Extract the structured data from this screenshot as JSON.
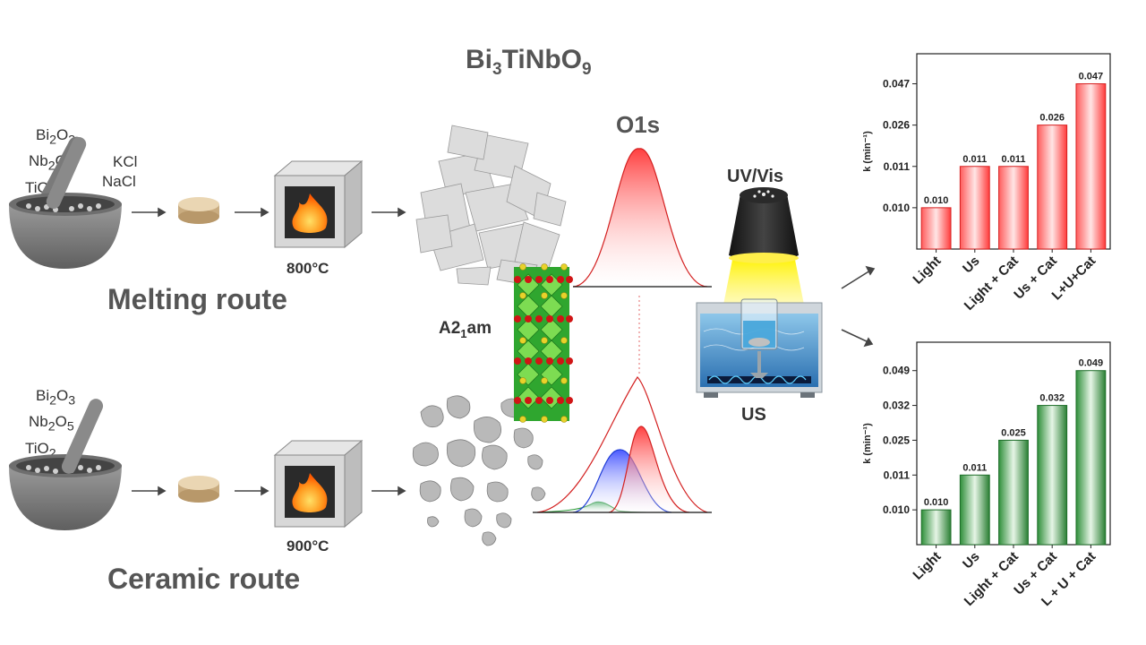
{
  "title": {
    "base1": "Bi",
    "sub1": "3",
    "base2": "TiNbO",
    "sub2": "9"
  },
  "melting": {
    "reagents": [
      {
        "base": "Bi",
        "sub1": "2",
        "mid": "O",
        "sub2": "3"
      },
      {
        "base": "Nb",
        "sub1": "2",
        "mid": "O",
        "sub2": "5"
      },
      {
        "base": "TiO",
        "sub1": "2",
        "mid": "",
        "sub2": ""
      }
    ],
    "salts": [
      "KCl",
      "NaCl"
    ],
    "temperature": "800°C",
    "route_label": "Melting route"
  },
  "ceramic": {
    "reagents": [
      {
        "base": "Bi",
        "sub1": "2",
        "mid": "O",
        "sub2": "3"
      },
      {
        "base": "Nb",
        "sub1": "2",
        "mid": "O",
        "sub2": "5"
      },
      {
        "base": "TiO",
        "sub1": "2",
        "mid": "",
        "sub2": ""
      }
    ],
    "temperature": "900°C",
    "route_label": "Ceramic route"
  },
  "o1s_label": "O1s",
  "space_group": {
    "base": "A2",
    "sub": "1",
    "rest": "am"
  },
  "uvvis_label": "UV/Vis",
  "us_label": "US",
  "colors": {
    "red": "#e53935",
    "blue": "#1e3cd6",
    "green": "#2e9b3a",
    "dark": "#333333"
  },
  "chart_data": [
    {
      "type": "bar",
      "ylabel": "k (min⁻¹)",
      "categories": [
        "Light",
        "Us",
        "Light + Cat",
        "Us + Cat",
        "L+U+Cat"
      ],
      "values": [
        0.01,
        0.011,
        0.011,
        0.026,
        0.047
      ],
      "value_labels": [
        "0.010",
        "0.011",
        "0.011",
        "0.026",
        "0.047"
      ],
      "yticks": [
        "0.010",
        "0.011",
        "0.026",
        "0.047"
      ],
      "bar_color": "#e53935"
    },
    {
      "type": "bar",
      "ylabel": "k (min⁻¹)",
      "categories": [
        "Light",
        "Us",
        "Light + Cat",
        "Us + Cat",
        "L + U + Cat"
      ],
      "values": [
        0.01,
        0.011,
        0.025,
        0.032,
        0.049
      ],
      "value_labels": [
        "0.010",
        "0.011",
        "0.025",
        "0.032",
        "0.049"
      ],
      "yticks": [
        "0.010",
        "0.011",
        "0.025",
        "0.032",
        "0.049"
      ],
      "bar_color": "#2e8b3a"
    }
  ]
}
